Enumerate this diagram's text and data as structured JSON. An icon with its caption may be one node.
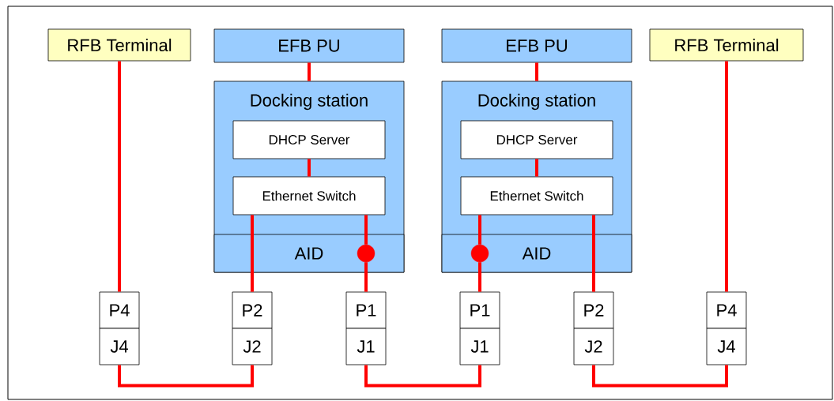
{
  "diagram": {
    "nodes": [
      {
        "text": [
          "RFB Terminal"
        ]
      },
      {
        "text": [
          "EFB PU"
        ]
      },
      {
        "text": [
          "Docking station"
        ]
      },
      {
        "text": [
          "DHCP Server"
        ],
        "in": 2
      },
      {
        "text": [
          "Ethernet Switch"
        ],
        "in": 2
      },
      {
        "text": [
          "AID"
        ],
        "in": 2
      },
      {
        "text": [
          "EFB PU"
        ]
      },
      {
        "text": [
          "Docking station"
        ]
      },
      {
        "text": [
          "DHCP Server"
        ],
        "in": 7
      },
      {
        "text": [
          "Ethernet Switch"
        ],
        "in": 7
      },
      {
        "text": [
          "AID"
        ],
        "in": 7
      },
      {
        "text": [
          "RFB Terminal"
        ]
      },
      {
        "text": [
          "P4"
        ]
      },
      {
        "text": [
          "J4"
        ]
      },
      {
        "text": [
          "P2"
        ]
      },
      {
        "text": [
          "J2"
        ]
      },
      {
        "text": [
          "P1"
        ]
      },
      {
        "text": [
          "J1"
        ]
      },
      {
        "text": [
          "P1"
        ]
      },
      {
        "text": [
          "J1"
        ]
      },
      {
        "text": [
          "P2"
        ]
      },
      {
        "text": [
          "J2"
        ]
      },
      {
        "text": [
          "P4"
        ]
      },
      {
        "text": [
          "J4"
        ]
      },
      {
        "text": [],
        "shape": "circle",
        "in": 5
      },
      {
        "text": [],
        "shape": "circle",
        "in": 10
      }
    ],
    "edges": [
      {
        "from": 0,
        "to": 12,
        "arrow": "none"
      },
      {
        "from": 1,
        "to": 2,
        "arrow": "none"
      },
      {
        "from": 3,
        "to": 4,
        "arrow": "none"
      },
      {
        "from": 4,
        "to": 14,
        "arrow": "none"
      },
      {
        "from": 4,
        "to": 24,
        "arrow": "none"
      },
      {
        "from": 24,
        "to": 16,
        "arrow": "none"
      },
      {
        "from": 6,
        "to": 7,
        "arrow": "none"
      },
      {
        "from": 8,
        "to": 9,
        "arrow": "none"
      },
      {
        "from": 9,
        "to": 25,
        "arrow": "none"
      },
      {
        "from": 25,
        "to": 18,
        "arrow": "none"
      },
      {
        "from": 9,
        "to": 20,
        "arrow": "none"
      },
      {
        "from": 11,
        "to": 22,
        "arrow": "none"
      },
      {
        "from": 13,
        "to": 15,
        "arrow": "none"
      },
      {
        "from": 17,
        "to": 19,
        "arrow": "none"
      },
      {
        "from": 21,
        "to": 23,
        "arrow": "none"
      }
    ]
  }
}
